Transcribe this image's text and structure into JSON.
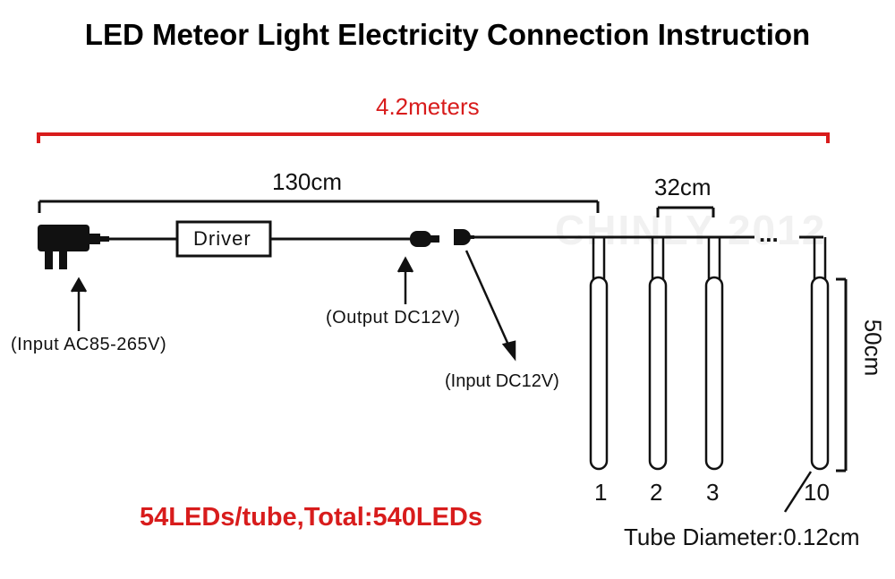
{
  "title": "LED Meteor Light Electricity Connection Instruction",
  "watermark": "CHINLY 2012",
  "dimensions": {
    "total_length": "4.2meters",
    "cable_length": "130cm",
    "tube_spacing": "32cm",
    "tube_length": "50cm",
    "tube_diameter": "Tube Diameter:0.12cm"
  },
  "components": {
    "driver": "Driver",
    "ellipsis": "..."
  },
  "labels": {
    "input_ac": "(Input AC85-265V)",
    "output_dc": "(Output DC12V)",
    "input_dc": "(Input DC12V)"
  },
  "tubes": [
    "1",
    "2",
    "3",
    "10"
  ],
  "led_info": "54LEDs/tube,Total:540LEDs",
  "colors": {
    "accent_red": "#d81c1c",
    "line": "#111111"
  }
}
